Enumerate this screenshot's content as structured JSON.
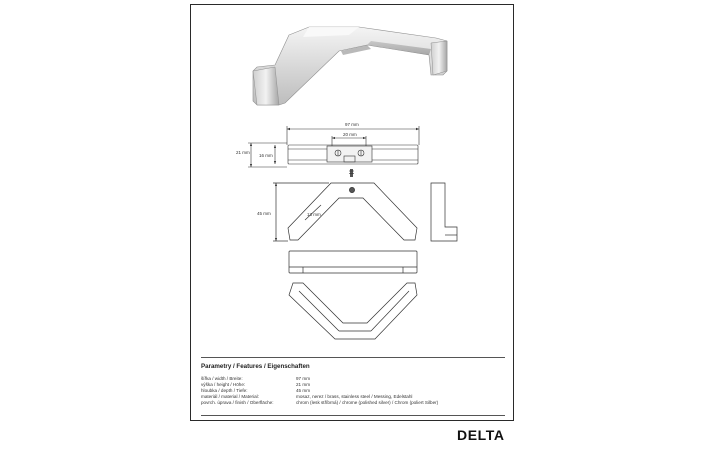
{
  "drawing": {
    "dim_width": "97 mm",
    "dim_spacing": "20 mm",
    "dim_height": "21 mm",
    "dim_inner_height": "16 mm",
    "dim_depth": "45 mm",
    "dim_angle": "13 mm"
  },
  "params": {
    "title": "Parametry / Features / Eigenschaften",
    "rows": [
      {
        "label": "šířka / width / Breite:",
        "value": "97 mm"
      },
      {
        "label": "výška / height / Höhe:",
        "value": "21 mm"
      },
      {
        "label": "hloubka / depth / Tiefe:",
        "value": "45 mm"
      },
      {
        "label": "materiál / material / Material:",
        "value": "mosaz, nerez / brass, stainless steel / Messing, Edelstahl"
      },
      {
        "label": "povrch. úprava / finish / Oberfläche:",
        "value": "chrom (lesk stříbrná) / chrome (polished silver) / Chrom (poliert Silber)"
      }
    ]
  },
  "brand": "DELTA",
  "colors": {
    "line": "#333333",
    "border": "#2a2a2a",
    "metal_light": "#e6e6e6",
    "metal_dark": "#9a9a9a"
  }
}
